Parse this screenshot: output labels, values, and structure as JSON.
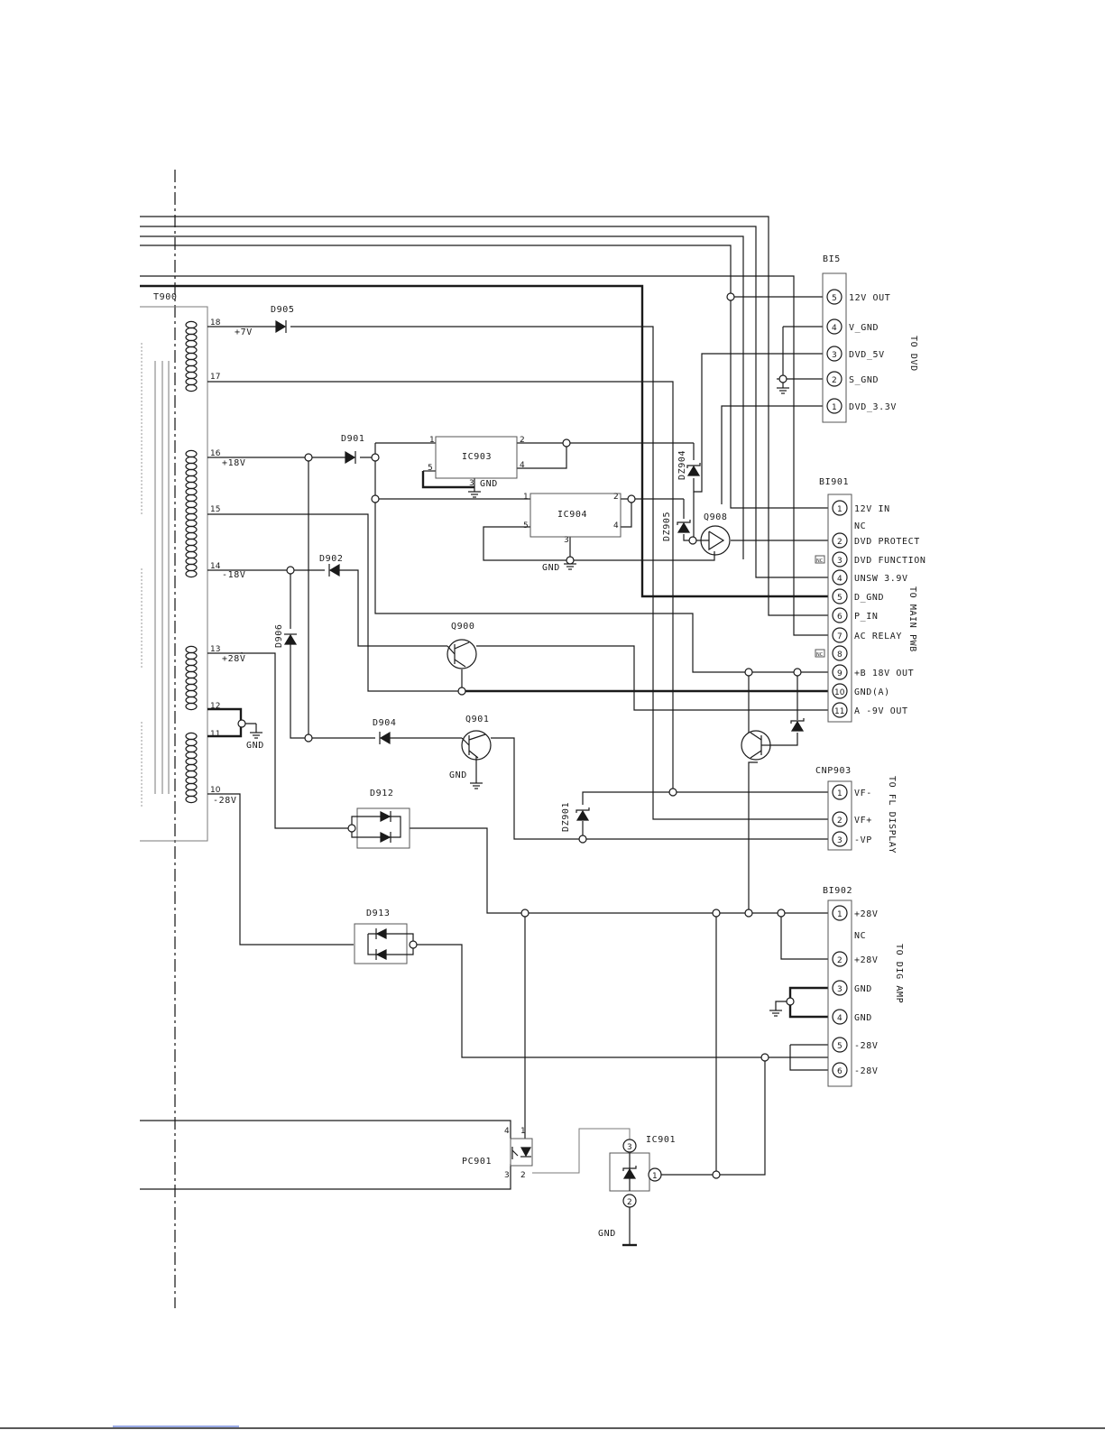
{
  "transformer": {
    "ref": "T900",
    "pins": [
      {
        "num": "18",
        "net": "+7V"
      },
      {
        "num": "17",
        "net": ""
      },
      {
        "num": "16",
        "net": "+18V"
      },
      {
        "num": "15",
        "net": ""
      },
      {
        "num": "14",
        "net": "-18V"
      },
      {
        "num": "13",
        "net": "+28V"
      },
      {
        "num": "12",
        "net": ""
      },
      {
        "num": "11",
        "net": ""
      },
      {
        "num": "10",
        "net": "-28V"
      }
    ]
  },
  "components": {
    "diodes": [
      "D905",
      "D901",
      "D902",
      "D906",
      "D904",
      "D912",
      "D913"
    ],
    "zeners": [
      "DZ904",
      "DZ905",
      "DZ901"
    ],
    "regulators": [
      "IC903",
      "IC904",
      "IC901"
    ],
    "transistors": [
      "Q900",
      "Q901",
      "Q908"
    ],
    "optocoupler": "PC901",
    "ic903_pins": [
      "1",
      "2",
      "4",
      "5",
      "3"
    ],
    "ic904_pins": [
      "1",
      "2",
      "5",
      "4",
      "3"
    ],
    "ic901_pins": [
      "3",
      "1",
      "2"
    ],
    "pc901_pins": [
      "4",
      "1",
      "3",
      "2"
    ],
    "gnd_label": "GND"
  },
  "connectors": {
    "bi5": {
      "ref": "BI5",
      "destination": "TO DVD",
      "pins": [
        {
          "num": "5",
          "label": "12V OUT"
        },
        {
          "num": "4",
          "label": "V_GND"
        },
        {
          "num": "3",
          "label": "DVD_5V"
        },
        {
          "num": "2",
          "label": "S_GND"
        },
        {
          "num": "1",
          "label": "DVD_3.3V"
        }
      ]
    },
    "bi901": {
      "ref": "BI901",
      "destination": "TO MAIN PWB",
      "pins": [
        {
          "num": "1",
          "label": "12V IN"
        },
        {
          "num": "",
          "label": "NC"
        },
        {
          "num": "2",
          "label": "DVD PROTECT"
        },
        {
          "num": "3",
          "label": "DVD FUNCTION"
        },
        {
          "num": "4",
          "label": "UNSW 3.9V"
        },
        {
          "num": "5",
          "label": "D_GND"
        },
        {
          "num": "6",
          "label": "P_IN"
        },
        {
          "num": "7",
          "label": "AC RELAY"
        },
        {
          "num": "8",
          "label": ""
        },
        {
          "num": "9",
          "label": "+B 18V OUT"
        },
        {
          "num": "10",
          "label": "GND(A)"
        },
        {
          "num": "11",
          "label": "A -9V OUT"
        }
      ],
      "nc_tag": "NC"
    },
    "cnp903": {
      "ref": "CNP903",
      "destination": "TO FL DISPLAY",
      "pins": [
        {
          "num": "1",
          "label": "VF-"
        },
        {
          "num": "2",
          "label": "VF+"
        },
        {
          "num": "3",
          "label": "-VP"
        }
      ]
    },
    "bi902": {
      "ref": "BI902",
      "destination": "TO DIG AMP",
      "pins": [
        {
          "num": "1",
          "label": "+28V"
        },
        {
          "num": "",
          "label": "NC"
        },
        {
          "num": "2",
          "label": "+28V"
        },
        {
          "num": "3",
          "label": "GND"
        },
        {
          "num": "4",
          "label": "GND"
        },
        {
          "num": "5",
          "label": "-28V"
        },
        {
          "num": "6",
          "label": "-28V"
        }
      ]
    }
  }
}
